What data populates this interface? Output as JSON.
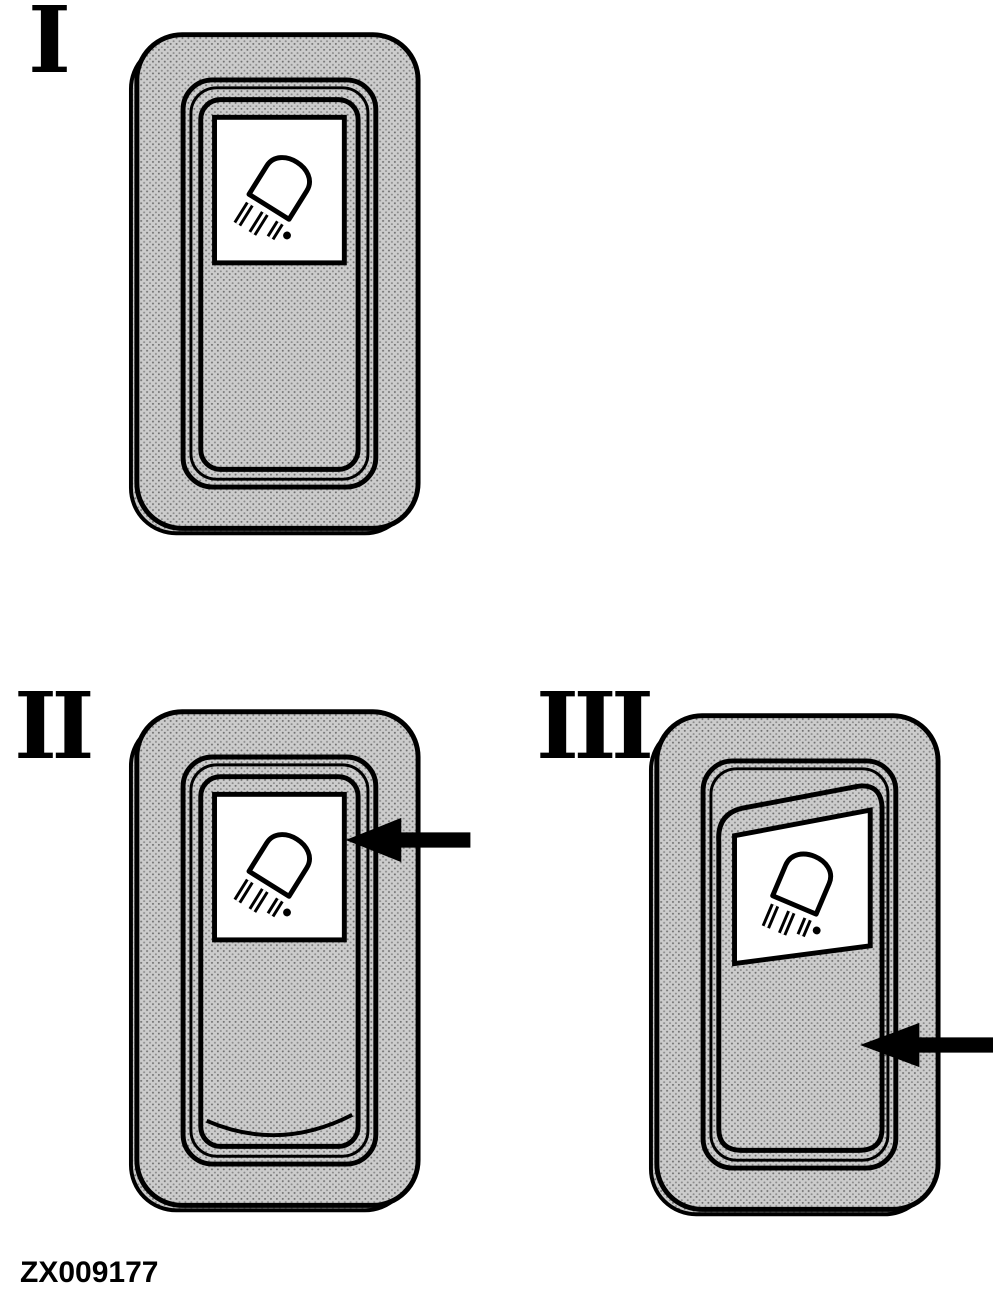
{
  "figure_code": "ZX009177",
  "labels": {
    "position1": "I",
    "position2": "II",
    "position3": "III"
  },
  "positions": [
    {
      "label": "I",
      "arrow": "none"
    },
    {
      "label": "II",
      "arrow": "points-left-at-icon-panel"
    },
    {
      "label": "III",
      "arrow": "points-left-at-rocker-bottom"
    }
  ],
  "icons": {
    "switch_symbol": "headlight-beam-icon",
    "pointer": "arrow-left-icon"
  },
  "colors": {
    "line": "#000000",
    "body_fill": "#cccccc",
    "stipple_dot": "#6e6e6e",
    "panel_fill": "#ffffff",
    "background": "#ffffff"
  }
}
